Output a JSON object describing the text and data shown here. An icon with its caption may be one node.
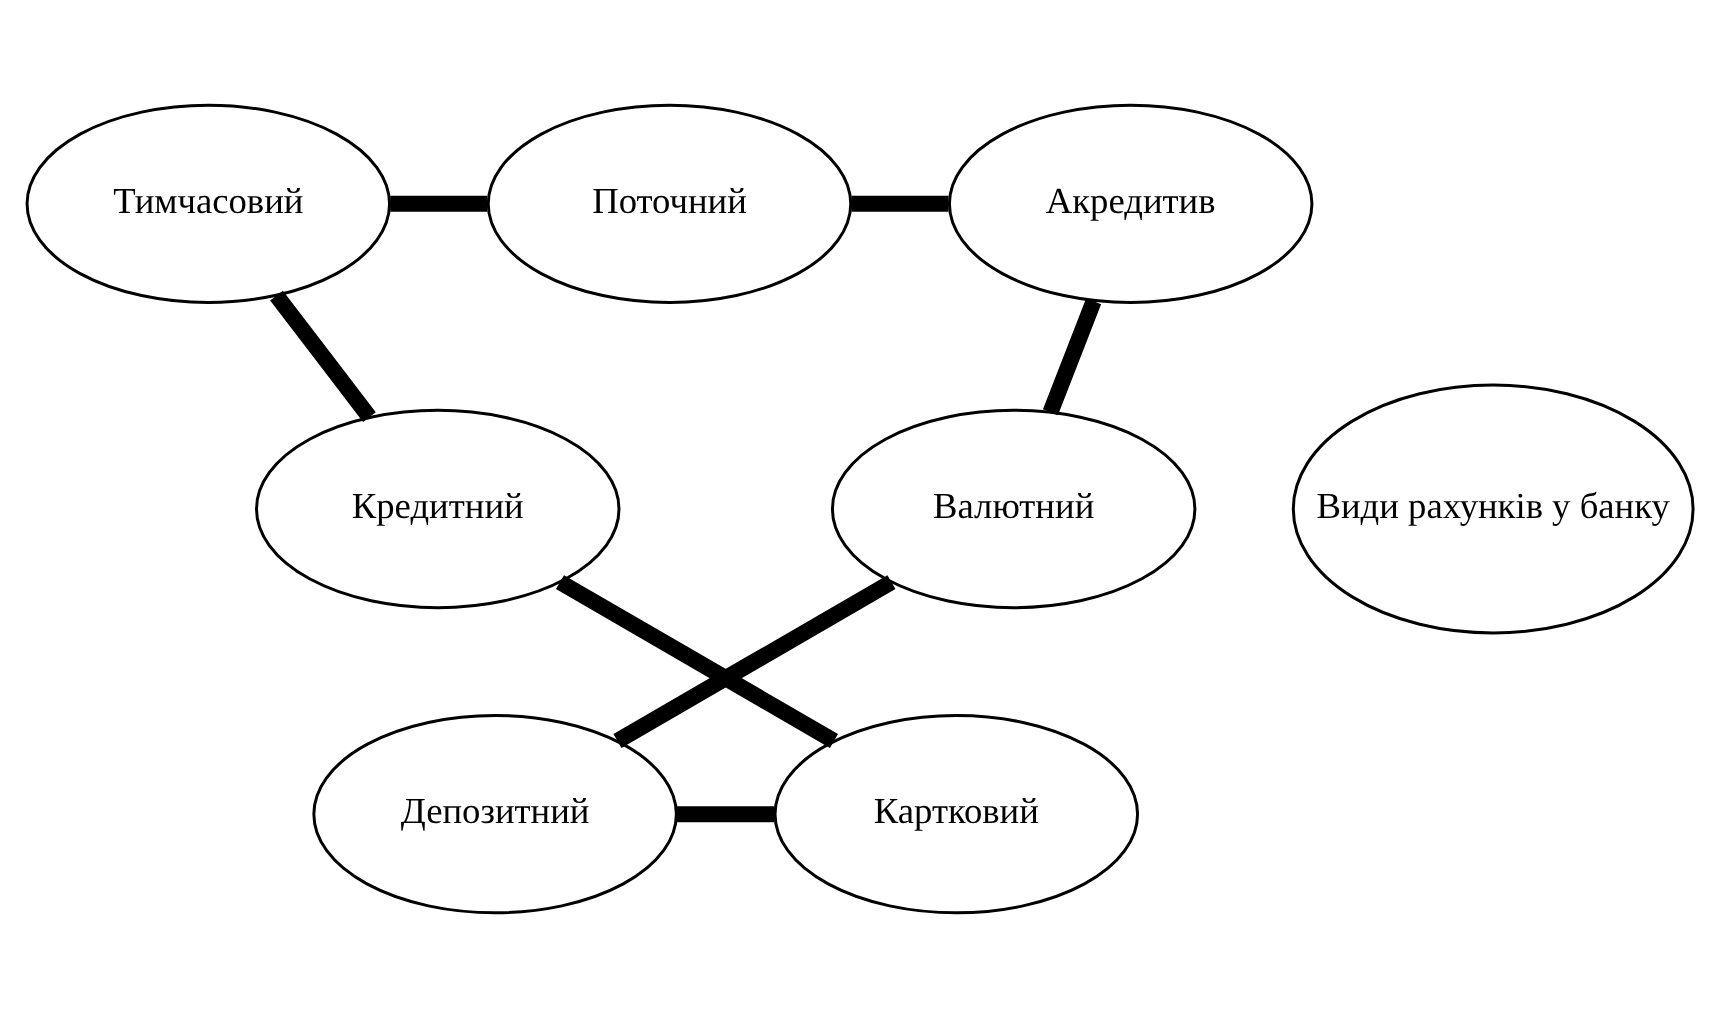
{
  "diagram": {
    "nodes": [
      {
        "text": [
          "Поточний"
        ]
      },
      {
        "text": [
          "Тимчасовий"
        ]
      },
      {
        "text": [
          "Акредитив"
        ]
      },
      {
        "text": [
          "Види рахунків у банку"
        ]
      },
      {
        "text": [
          "Кредитний"
        ]
      },
      {
        "text": [
          "Валютний"
        ]
      },
      {
        "text": [
          "Картковий"
        ]
      },
      {
        "text": [
          "Депозитний"
        ]
      }
    ],
    "edges": [
      {
        "from": 0,
        "to": 2,
        "arrow": "none"
      },
      {
        "from": 2,
        "to": 5,
        "arrow": "none"
      },
      {
        "from": 5,
        "to": 7,
        "arrow": "none"
      },
      {
        "from": 7,
        "to": 6,
        "arrow": "none"
      },
      {
        "from": 6,
        "to": 4,
        "arrow": "none"
      },
      {
        "from": 4,
        "to": 1,
        "arrow": "none"
      },
      {
        "from": 1,
        "to": 0,
        "arrow": "none"
      }
    ]
  }
}
